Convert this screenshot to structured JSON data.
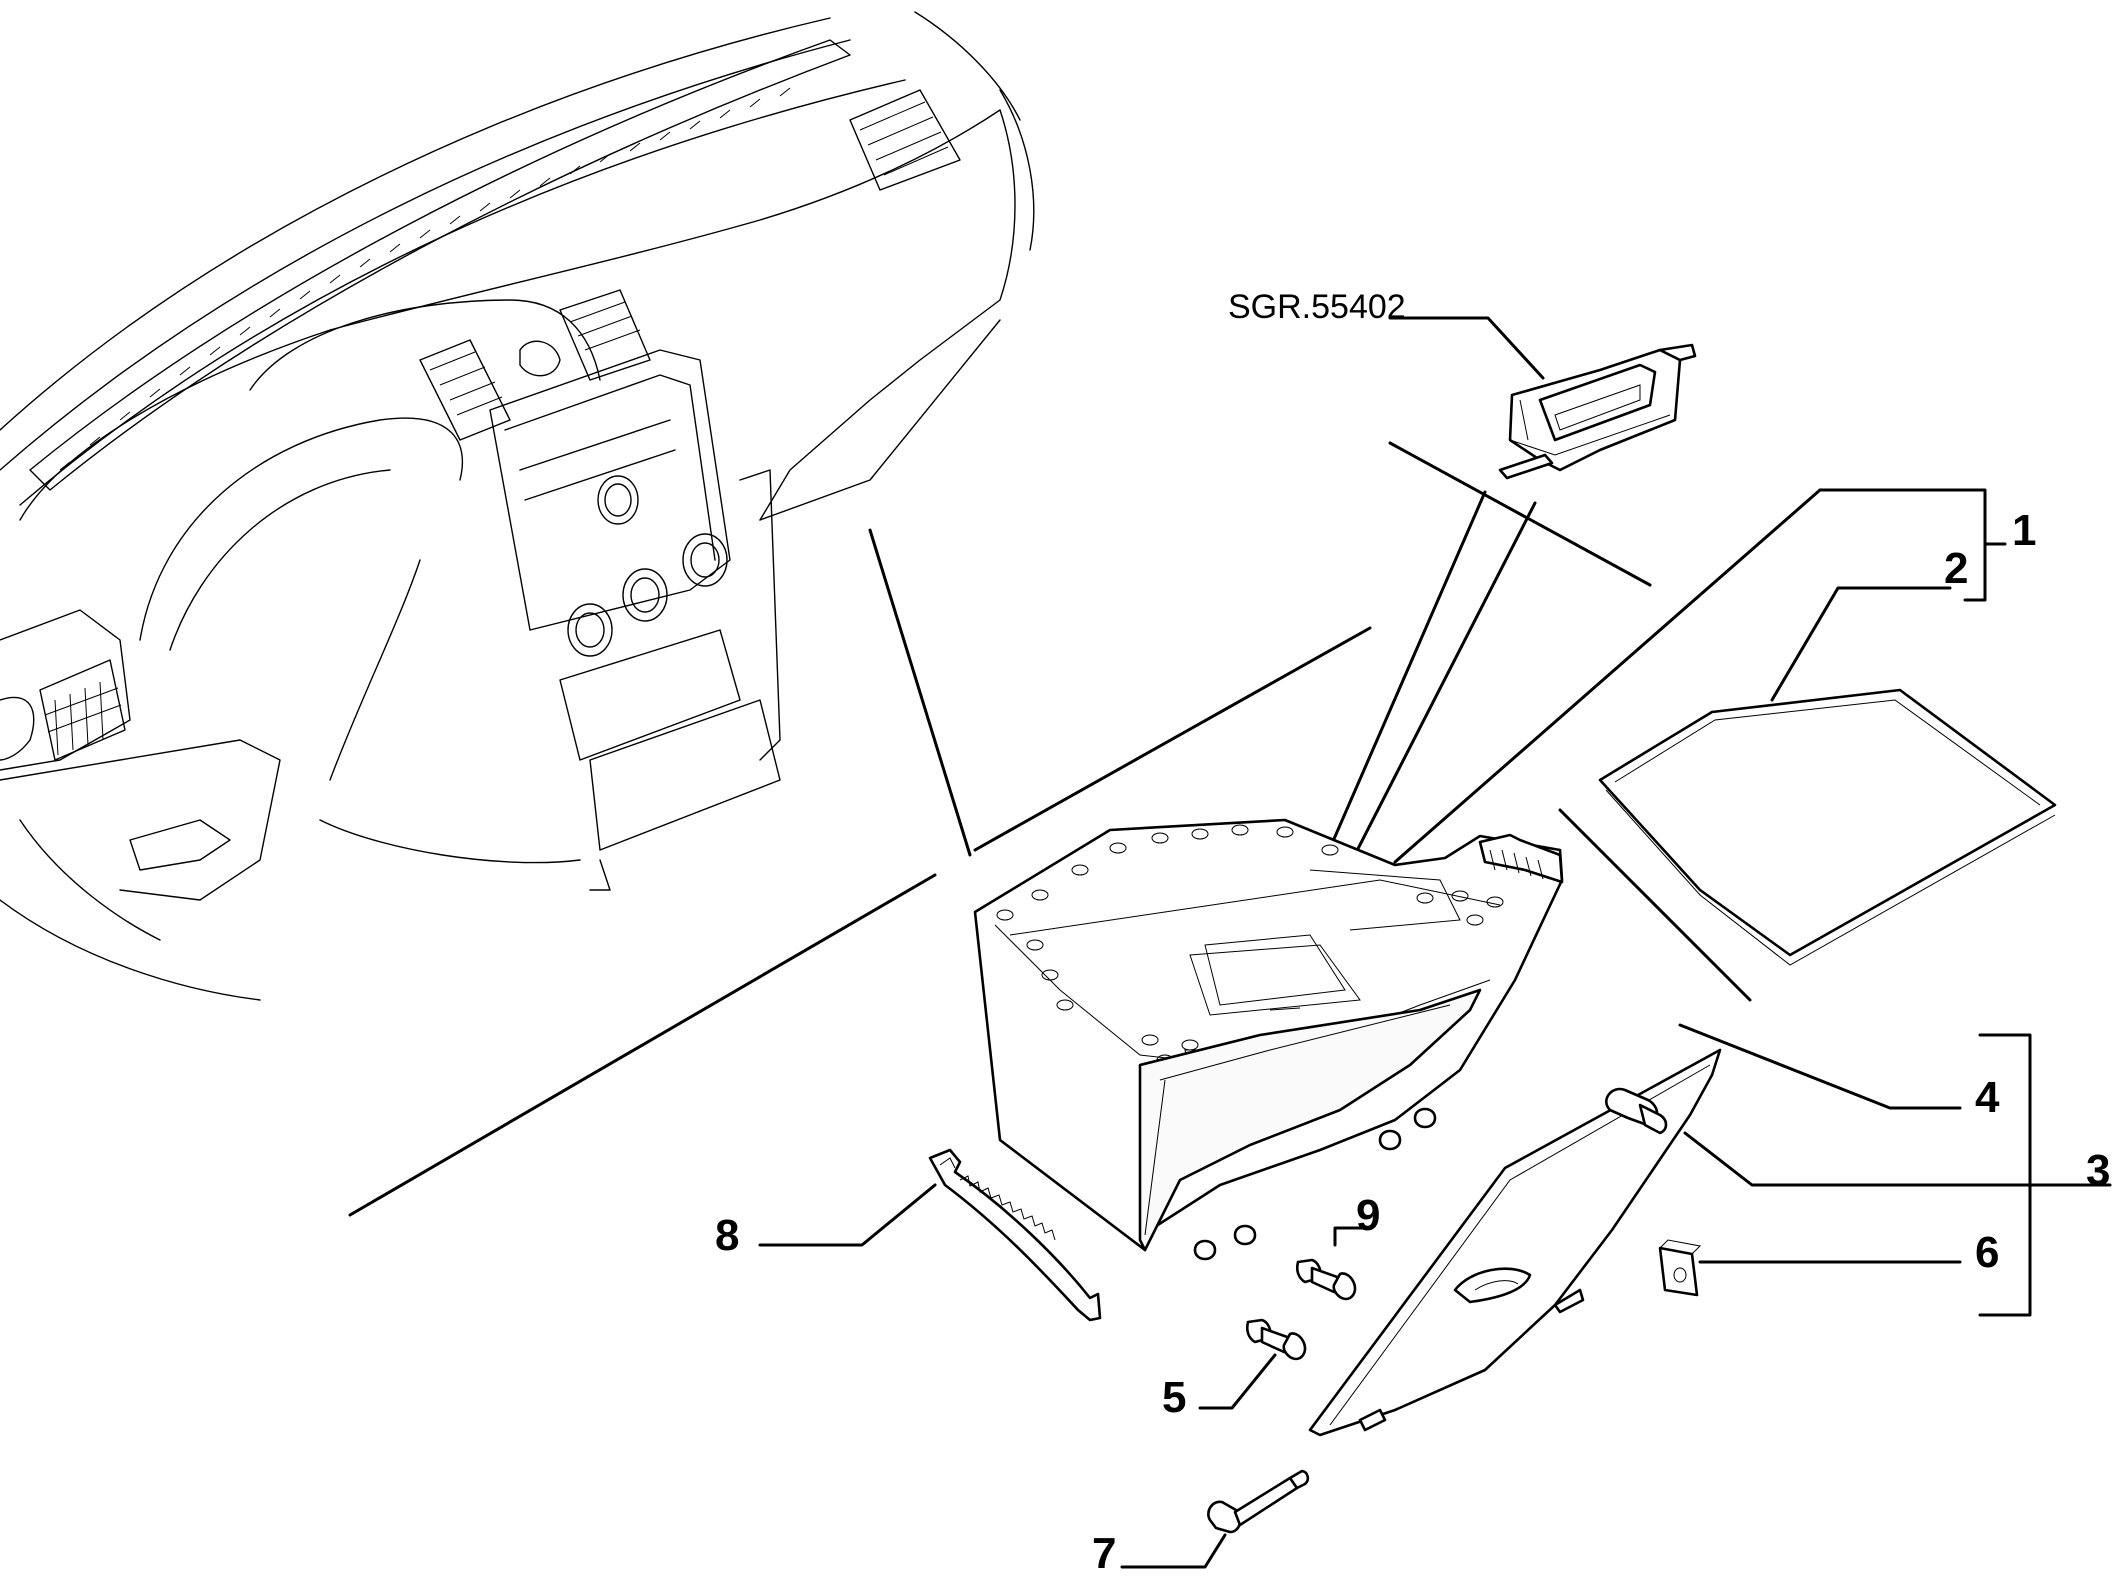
{
  "reference": {
    "code": "SGR.55402"
  },
  "parts": [
    {
      "number": "1"
    },
    {
      "number": "2"
    },
    {
      "number": "3"
    },
    {
      "number": "4"
    },
    {
      "number": "5"
    },
    {
      "number": "6"
    },
    {
      "number": "7"
    },
    {
      "number": "8"
    },
    {
      "number": "9"
    }
  ]
}
